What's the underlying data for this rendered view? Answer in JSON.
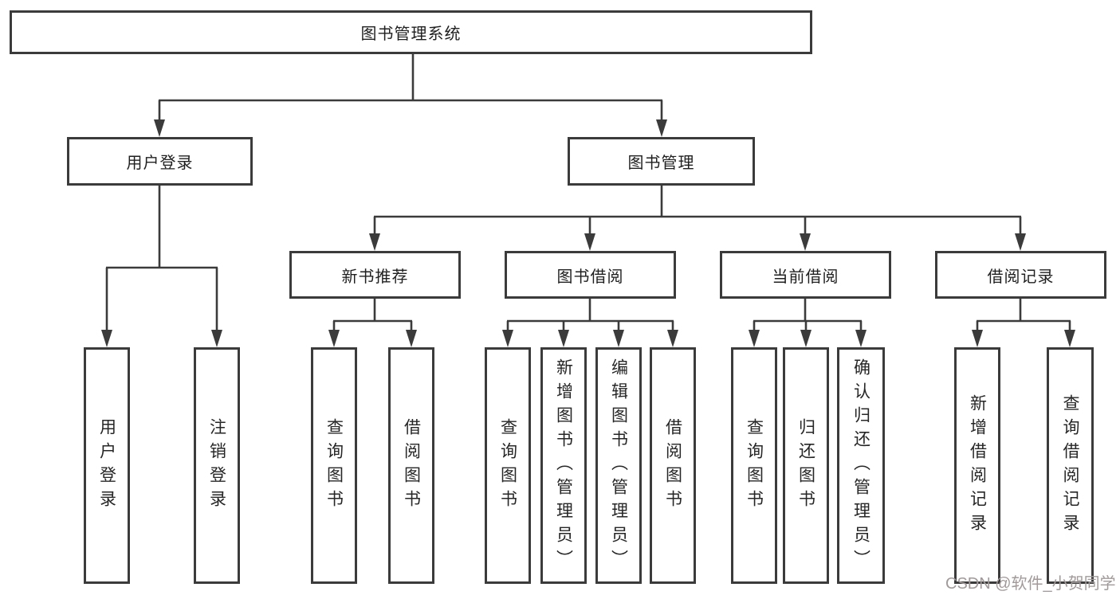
{
  "diagram": {
    "type": "tree-structure-chart",
    "line_color": "#3b3b3b",
    "box_background": "#ffffff",
    "text_color": "#1f1f1f",
    "tree": {
      "root": {
        "label": "图书管理系统",
        "children": [
          {
            "label": "用户登录",
            "children": [
              {
                "label": "用户登录"
              },
              {
                "label": "注销登录"
              }
            ]
          },
          {
            "label": "图书管理",
            "children": [
              {
                "label": "新书推荐",
                "children": [
                  {
                    "label": "查询图书"
                  },
                  {
                    "label": "借阅图书"
                  }
                ]
              },
              {
                "label": "图书借阅",
                "children": [
                  {
                    "label": "查询图书"
                  },
                  {
                    "label": "新增图书（管理员）"
                  },
                  {
                    "label": "编辑图书（管理员）"
                  },
                  {
                    "label": "借阅图书"
                  }
                ]
              },
              {
                "label": "当前借阅",
                "children": [
                  {
                    "label": "查询图书"
                  },
                  {
                    "label": "归还图书"
                  },
                  {
                    "label": "确认归还（管理员）"
                  }
                ]
              },
              {
                "label": "借阅记录",
                "children": [
                  {
                    "label": "新增借阅记录"
                  },
                  {
                    "label": "查询借阅记录"
                  }
                ]
              }
            ]
          }
        ]
      }
    },
    "watermark": {
      "text": "CSDN @软件_小贺同学",
      "color": "#a29a9a"
    }
  }
}
